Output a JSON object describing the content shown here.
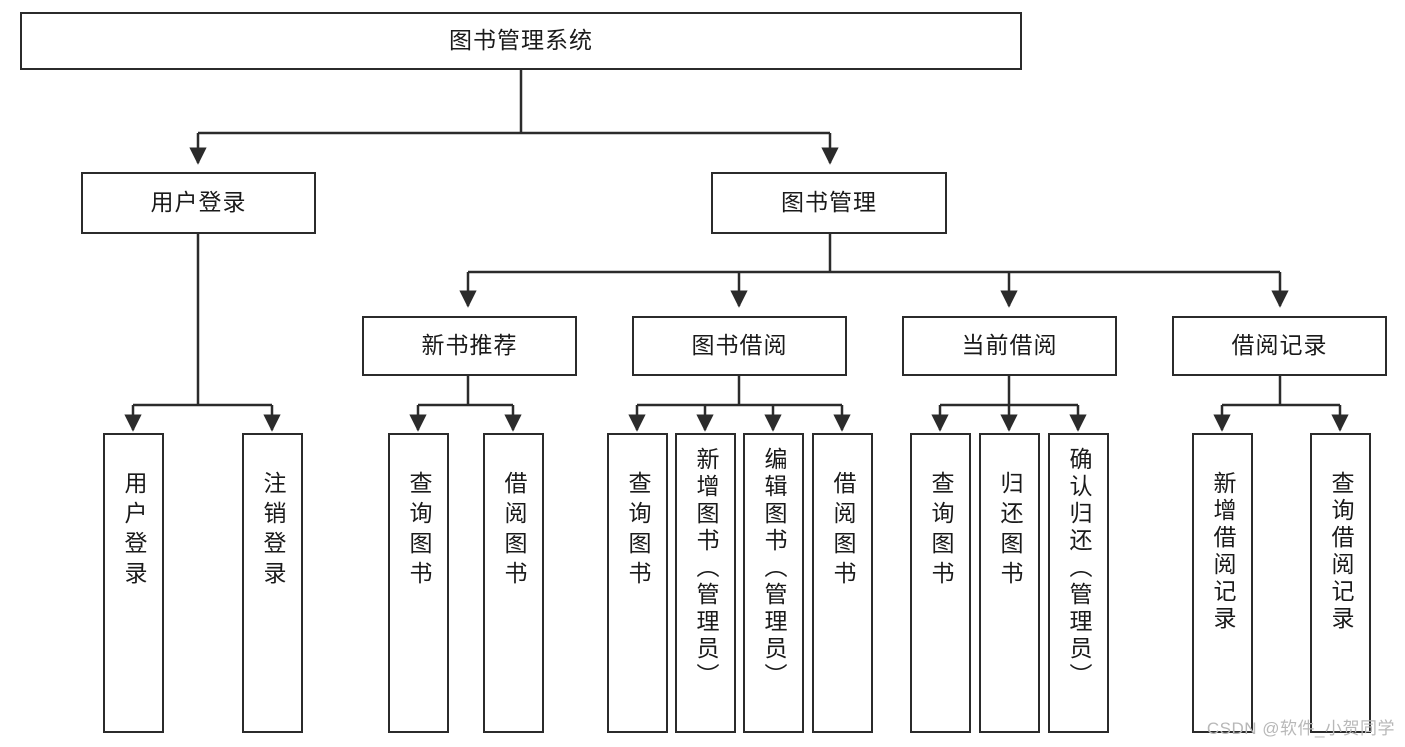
{
  "diagram": {
    "title": "图书管理系统",
    "type": "hierarchy-tree",
    "root": {
      "id": "root",
      "label": "图书管理系统"
    },
    "level2": [
      {
        "id": "user-login",
        "label": "用户登录"
      },
      {
        "id": "book-manage",
        "label": "图书管理"
      }
    ],
    "level3": [
      {
        "id": "new-book-recommend",
        "label": "新书推荐",
        "parent": "book-manage"
      },
      {
        "id": "book-borrow",
        "label": "图书借阅",
        "parent": "book-manage"
      },
      {
        "id": "current-borrow",
        "label": "当前借阅",
        "parent": "book-manage"
      },
      {
        "id": "borrow-record",
        "label": "借阅记录",
        "parent": "book-manage"
      }
    ],
    "leaves": [
      {
        "id": "leaf-user-login",
        "label": "用户登录",
        "parent": "user-login"
      },
      {
        "id": "leaf-user-logout",
        "label": "注销登录",
        "parent": "user-login"
      },
      {
        "id": "leaf-query-book-1",
        "label": "查询图书",
        "parent": "new-book-recommend"
      },
      {
        "id": "leaf-borrow-book-1",
        "label": "借阅图书",
        "parent": "new-book-recommend"
      },
      {
        "id": "leaf-query-book-2",
        "label": "查询图书",
        "parent": "book-borrow"
      },
      {
        "id": "leaf-add-book",
        "label": "新增图书（管理员）",
        "parent": "book-borrow"
      },
      {
        "id": "leaf-edit-book",
        "label": "编辑图书（管理员）",
        "parent": "book-borrow"
      },
      {
        "id": "leaf-borrow-book-2",
        "label": "借阅图书",
        "parent": "book-borrow"
      },
      {
        "id": "leaf-query-book-3",
        "label": "查询图书",
        "parent": "current-borrow"
      },
      {
        "id": "leaf-return-book",
        "label": "归还图书",
        "parent": "current-borrow"
      },
      {
        "id": "leaf-confirm-return",
        "label": "确认归还（管理员）",
        "parent": "current-borrow"
      },
      {
        "id": "leaf-add-record",
        "label": "新增借阅记录",
        "parent": "borrow-record"
      },
      {
        "id": "leaf-query-record",
        "label": "查询借阅记录",
        "parent": "borrow-record"
      }
    ],
    "watermark": "CSDN @软件_小贺同学",
    "colors": {
      "stroke": "#2b2b2b",
      "fill": "#ffffff",
      "text": "#1a1a1a",
      "watermark": "#b8b8b8"
    }
  }
}
